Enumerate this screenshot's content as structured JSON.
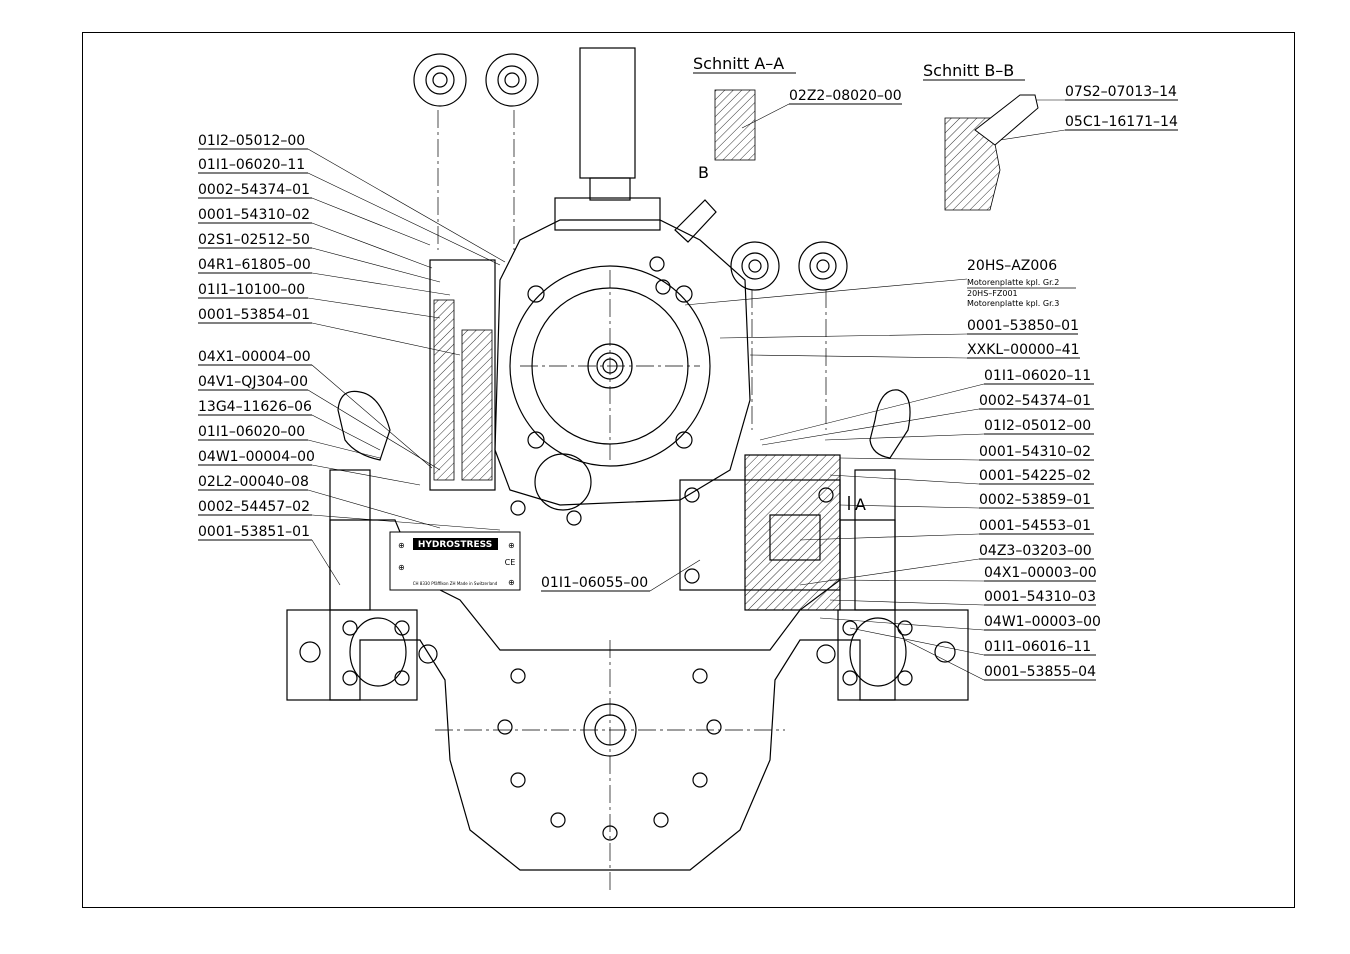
{
  "sections": {
    "a_title": "Schnitt A–A",
    "b_title": "Schnitt B–B",
    "a_part": "02Z2–08020–00",
    "b_part1": "07S2–07013–14",
    "b_part2": "05C1–16171–14"
  },
  "markers": {
    "b": "B",
    "a": "A"
  },
  "left_labels": [
    "01I2–05012–00",
    "01I1–06020–11",
    "0002–54374–01",
    "0001–54310–02",
    "02S1–02512–50",
    "04R1–61805–00",
    "01I1–10100–00",
    "0001–53854–01",
    "04X1–00004–00",
    "04V1–QJ304–00",
    "13G4–11626–06",
    "01I1–06020–00",
    "04W1–00004–00",
    "02L2–00040–08",
    "0002–54457–02",
    "0001–53851–01"
  ],
  "right_labels": [
    "0001–53850–01",
    "XXKL–00000–41",
    "01I1–06020–11",
    "0002–54374–01",
    "01I2–05012–00",
    "0001–54310–02",
    "0001–54225–02",
    "0002–53859–01",
    "0001–54553–01",
    "04Z3–03203–00",
    "04X1–00003–00",
    "0001–54310–03",
    "04W1–00003–00",
    "01I1–06016–11",
    "0001–53855–04"
  ],
  "motor_plate": {
    "code1": "20HS–AZ006",
    "desc1": "Motorenplatte kpl. Gr.2",
    "code2": "20HS–FZ001",
    "desc2": "Motorenplatte kpl. Gr.3"
  },
  "center_label": "01I1–06055–00",
  "nameplate": {
    "brand": "HYDROSTRESS",
    "line": "CH 8330 Pfäffikon ZH     Made in Switzerland",
    "ce": "CE"
  },
  "colors": {
    "ink": "#000000",
    "paper": "#ffffff"
  }
}
